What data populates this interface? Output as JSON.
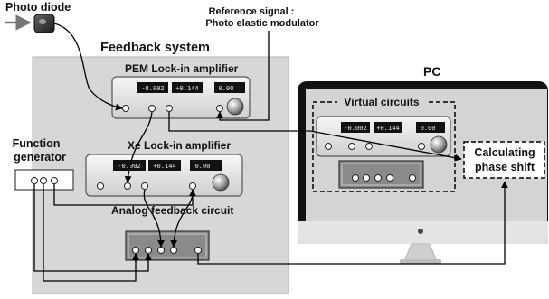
{
  "labels": {
    "photo_diode": "Photo diode",
    "reference_line1": "Reference signal :",
    "reference_line2": "Photo elastic modulator",
    "feedback_system": "Feedback system",
    "pem_lockin": "PEM Lock-in amplifier",
    "xe_lockin": "Xe Lock-in amplifier",
    "function_line1": "Function",
    "function_line2": "generator",
    "analog_feedback": "Analog feedback circuit",
    "pc": "PC",
    "virtual_circuits": "Virtual circuits",
    "calc_line1": "Calculating",
    "calc_line2": "phase shift"
  },
  "displays": {
    "pem": [
      "-0.002",
      "+0.144",
      "0.00"
    ],
    "xe": [
      "-0.002",
      "+0.144",
      "0.00"
    ],
    "virtual": [
      "-0.002",
      "+0.144",
      "0.00"
    ]
  },
  "colors": {
    "panel_bg": "#d7d7d7",
    "box_fill": "#ebebeb",
    "lcd_bg": "#121212",
    "monitor_bezel": "#111111",
    "monitor_screen": "#d4d4d4",
    "wire": "#000000"
  }
}
